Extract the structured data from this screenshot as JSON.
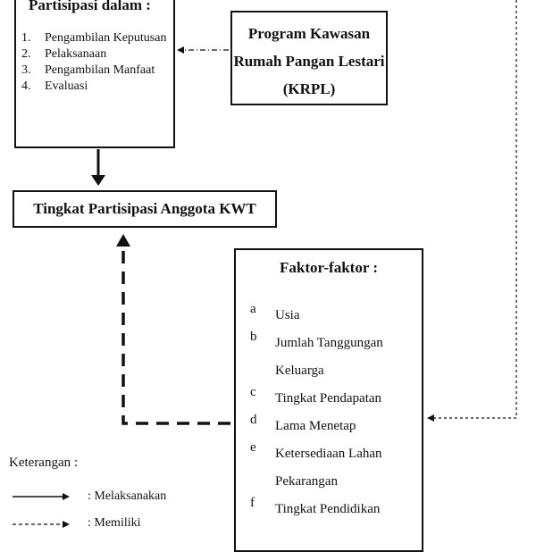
{
  "partisipasi": {
    "title": "Partisipasi dalam :",
    "items": [
      {
        "num": "1.",
        "text": "Pengambilan Keputusan"
      },
      {
        "num": "2.",
        "text": "Pelaksanaan"
      },
      {
        "num": "3.",
        "text": "Pengambilan Manfaat"
      },
      {
        "num": "4.",
        "text": "Evaluasi"
      }
    ]
  },
  "program": {
    "title": "Program Kawasan Rumah Pangan Lestari (KRPL)"
  },
  "tingkat": {
    "title": "Tingkat Partisipasi Anggota KWT"
  },
  "faktor": {
    "title": "Faktor-faktor :",
    "items": [
      {
        "letter": "a",
        "text": "Usia"
      },
      {
        "letter": "b",
        "text": "Jumlah Tanggungan Keluarga"
      },
      {
        "letter": "c",
        "text": "Tingkat Pendapatan"
      },
      {
        "letter": "d",
        "text": "Lama Menetap"
      },
      {
        "letter": "e",
        "text": "Ketersediaan Lahan Pekarangan"
      },
      {
        "letter": "f",
        "text": "Tingkat Pendidikan"
      }
    ]
  },
  "legend": {
    "title": "Keterangan :",
    "solid": ": Melaksanakan",
    "dashed": ": Memiliki"
  }
}
